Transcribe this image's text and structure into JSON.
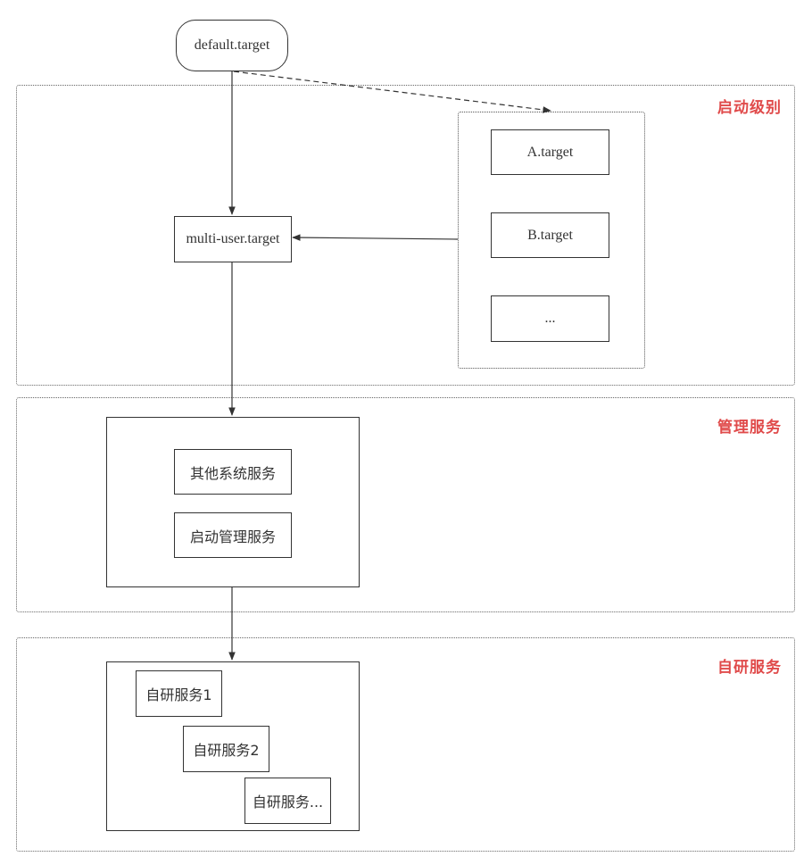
{
  "zones": {
    "boot_level": "启动级别",
    "management": "管理服务",
    "inhouse": "自研服务"
  },
  "nodes": {
    "default_target": "default.target",
    "multi_user_target": "multi-user.target",
    "a_target": "A.target",
    "b_target": "B.target",
    "more_targets": "...",
    "other_system_services": "其他系统服务",
    "boot_management_service": "启动管理服务",
    "inhouse_service_1": "自研服务1",
    "inhouse_service_2": "自研服务2",
    "inhouse_service_more": "自研服务..."
  },
  "colors": {
    "zone_label": "#e04b4b",
    "stroke": "#333333"
  }
}
